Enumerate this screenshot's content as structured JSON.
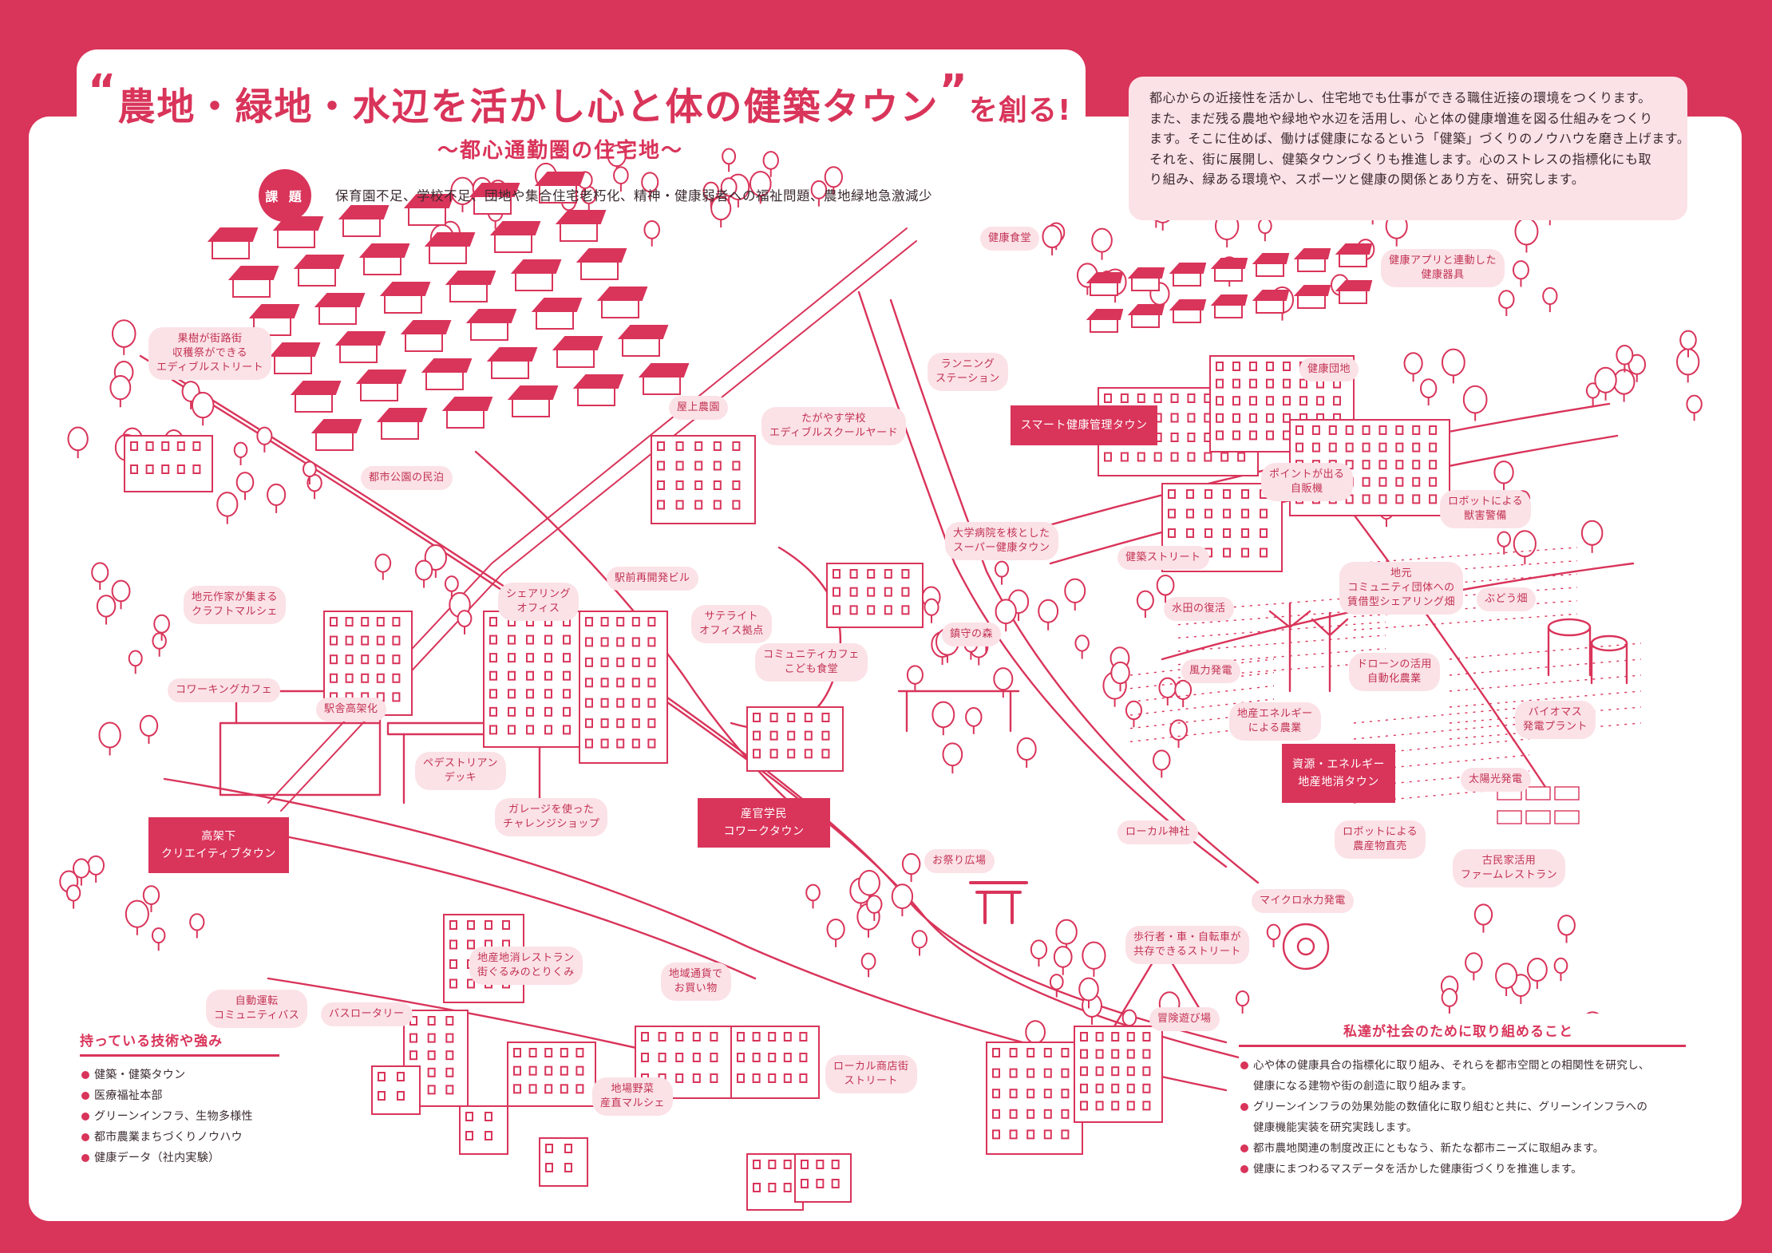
{
  "header": {
    "open_quote": "“",
    "title": "農地・緑地・水辺を活かし心と体の健築タウン",
    "close_quote": "”",
    "title_suffix": "を創る!",
    "subtitle": "〜都心通勤圏の住宅地〜",
    "issue_label": "課 題",
    "issue_text": "保育園不足、学校不足、団地や集合住宅老朽化、精神・健康弱者への福祉問題、農地緑地急激減少"
  },
  "intro": {
    "lines": [
      "都心からの近接性を活かし、住宅地でも仕事ができる職住近接の環境をつくります。",
      "また、まだ残る農地や緑地や水辺を活用し、心と体の健康増進を図る仕組みをつくり",
      "ます。そこに住めば、働けば健康になるという「健築」づくりのノウハウを磨き上げます。",
      "それを、街に展開し、健築タウンづくりも推進します。心のストレスの指標化にも取",
      "り組み、緑ある環境や、スポーツと健康の関係とあり方を、研究します。"
    ]
  },
  "map_labels": {
    "health_cafeteria": "健康食堂",
    "health_app": "健康アプリと連動した\n健康器具",
    "fruit_street": "果樹が街路街\n収穫祭ができる\nエディブルストリート",
    "running_station": "ランニング\nステーション",
    "health_danchi": "健康団地",
    "rooftop_farm": "屋上農園",
    "tagayasu_school": "たがやす学校\nエディブルスクールヤード",
    "park_minpaku": "都市公園の民泊",
    "point_vending": "ポイントが出る\n自販機",
    "robot_security": "ロボットによる\n獣害警備",
    "univ_hospital": "大学病院を核とした\nスーパー健康タウン",
    "kenchiku_street": "健築ストリート",
    "local_community": "地元\nコミュニティ団体への\n賃借型シェアリング畑",
    "grape_field": "ぶどう畑",
    "station_redevelop": "駅前再開発ビル",
    "craft_marche": "地元作家が集まる\nクラフトマルシェ",
    "sharing_office": "シェアリング\nオフィス",
    "satellite_office": "サテライト\nオフィス拠点",
    "paddy_revival": "水田の復活",
    "shrine_forest": "鎮守の森",
    "community_cafe": "コミュニティカフェ\nこども食堂",
    "wind_power": "風力発電",
    "drone_farming": "ドローンの活用\n自動化農業",
    "coworking_cafe": "コワーキングカフェ",
    "elevated_station": "駅舎高架化",
    "local_energy_farming": "地産エネルギー\nによる農業",
    "biomass": "バイオマス\n発電プラント",
    "pedestrian_deck": "ペデストリアン\nデッキ",
    "solar": "太陽光発電",
    "garage_challenge": "ガレージを使った\nチャレンジショップ",
    "local_shrine": "ローカル神社",
    "robot_direct_sales": "ロボットによる\n農産物直売",
    "festival_square": "お祭り広場",
    "kominka_restaurant": "古民家活用\nファームレストラン",
    "micro_hydro": "マイクロ水力発電",
    "shared_street": "歩行者・車・自転車が\n共存できるストリート",
    "local_restaurant": "地産地消レストラン\n街ぐるみのとりくみ",
    "local_currency": "地域通貨で\nお買い物",
    "autonomous_bus": "自動運転\nコミュニティバス",
    "bus_rotary": "バスロータリー",
    "adventure_playground": "冒険遊び場",
    "local_shopping_street": "ローカル商店街\nストリート",
    "local_vegetable": "地場野菜\n産直マルシェ"
  },
  "map_boxes": {
    "smart_health": "スマート健康管理タウン",
    "resource_energy": "資源・エネルギー\n地産地消タウン",
    "industry_academia": "産官学民\nコワークタウン",
    "under_elevated": "高架下\nクリエイティブタウン"
  },
  "strengths": {
    "heading": "持っている技術や強み",
    "items": [
      "健築・健築タウン",
      "医療福祉本部",
      "グリーンインフラ、生物多様性",
      "都市農業まちづくりノウハウ",
      "健康データ（社内実験）"
    ]
  },
  "commitments": {
    "heading": "私達が社会のために取り組めること",
    "items": [
      "心や体の健康具合の指標化に取り組み、それらを都市空間との相関性を研究し、\n健康になる建物や街の創造に取り組みます。",
      "グリーンインフラの効果効能の数値化に取り組むと共に、グリーンインフラへの\n健康機能実装を研究実践します。",
      "都市農地関連の制度改正にともなう、新たな都市ニーズに取組みます。",
      "健康にまつわるマスデータを活かした健康街づくりを推進します。"
    ]
  },
  "colors": {
    "accent": "#d9345a",
    "label_bg": "#fbe2e7",
    "text": "#3a2a2e"
  }
}
